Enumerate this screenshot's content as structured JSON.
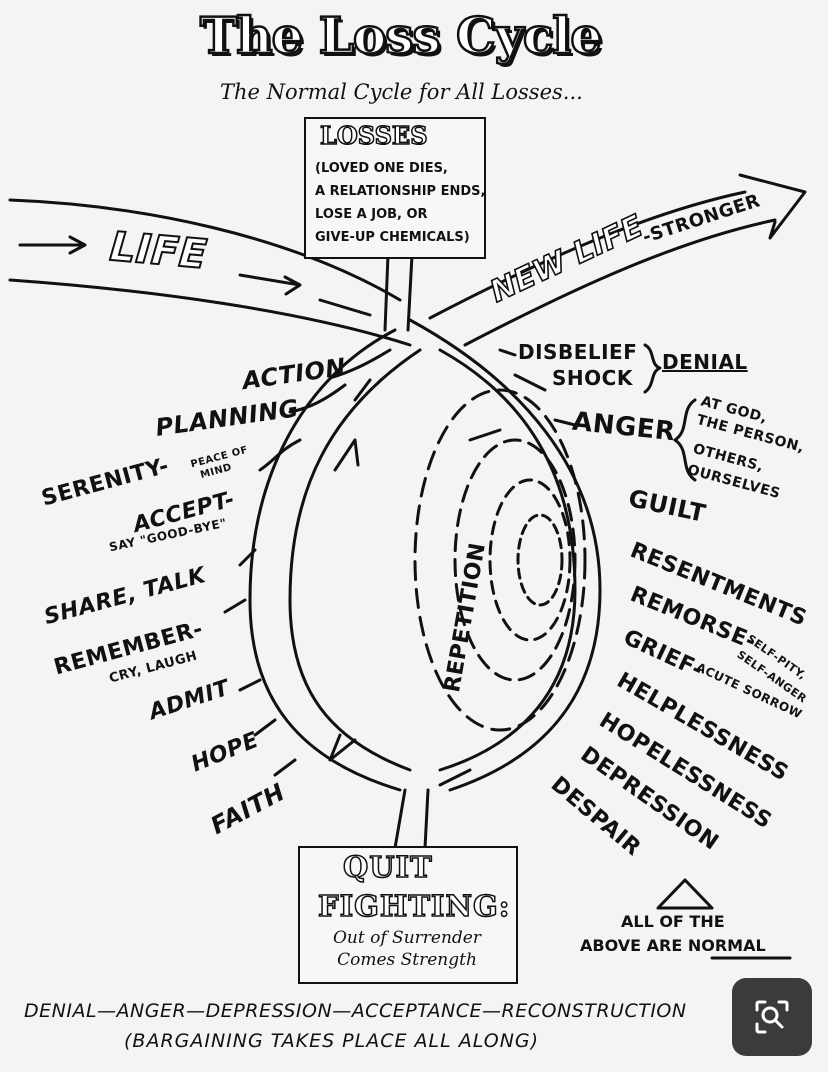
{
  "title": "The Loss Cycle",
  "subtitle": "The Normal Cycle for All Losses...",
  "losses": {
    "title": "LOSSES",
    "body": "(LOVED ONE DIES,\nA RELATIONSHIP ENDS,\nLOSE A JOB, OR\nGIVE-UP CHEMICALS)"
  },
  "life_label": "LIFE",
  "new_life_label": "NEW LIFE",
  "stronger_label": "-STRONGER",
  "repetition_label": "REPETITION",
  "right_stages": {
    "disbelief": "DISBELIEF",
    "shock": "SHOCK",
    "denial": "DENIAL",
    "anger": "ANGER",
    "anger_targets": [
      "AT GOD,",
      "THE PERSON,",
      "OTHERS,",
      "OURSELVES"
    ],
    "guilt": "GUILT",
    "resentments": "RESENTMENTS",
    "remorse": "REMORSE-",
    "remorse_note1": "SELF-PITY,",
    "remorse_note2": "SELF-ANGER",
    "grief": "GRIEF-",
    "grief_note": "ACUTE SORROW",
    "helplessness": "HELPLESSNESS",
    "hopelessness": "HOPELESSNESS",
    "depression": "DEPRESSION",
    "despair": "DESPAIR"
  },
  "left_stages": {
    "action": "ACTION",
    "planning": "PLANNING",
    "serenity": "SERENITY-",
    "serenity_note1": "PEACE OF",
    "serenity_note2": "MIND",
    "accept": "ACCEPT-",
    "accept_note": "SAY \"GOOD-BYE\"",
    "share": "SHARE, TALK",
    "remember": "REMEMBER-",
    "remember_note": "CRY, LAUGH",
    "admit": "ADMIT",
    "hope": "HOPE",
    "faith": "FAITH"
  },
  "quit": {
    "line1": "QUIT",
    "line2": "FIGHTING:",
    "sub": "Out of Surrender Comes Strength"
  },
  "all_normal": [
    "ALL OF THE",
    "ABOVE ARE NORMAL"
  ],
  "footer": {
    "line1": "DENIAL—ANGER—DEPRESSION—ACCEPTANCE—RECONSTRUCTION",
    "line2": "(BARGAINING TAKES PLACE ALL ALONG)"
  }
}
